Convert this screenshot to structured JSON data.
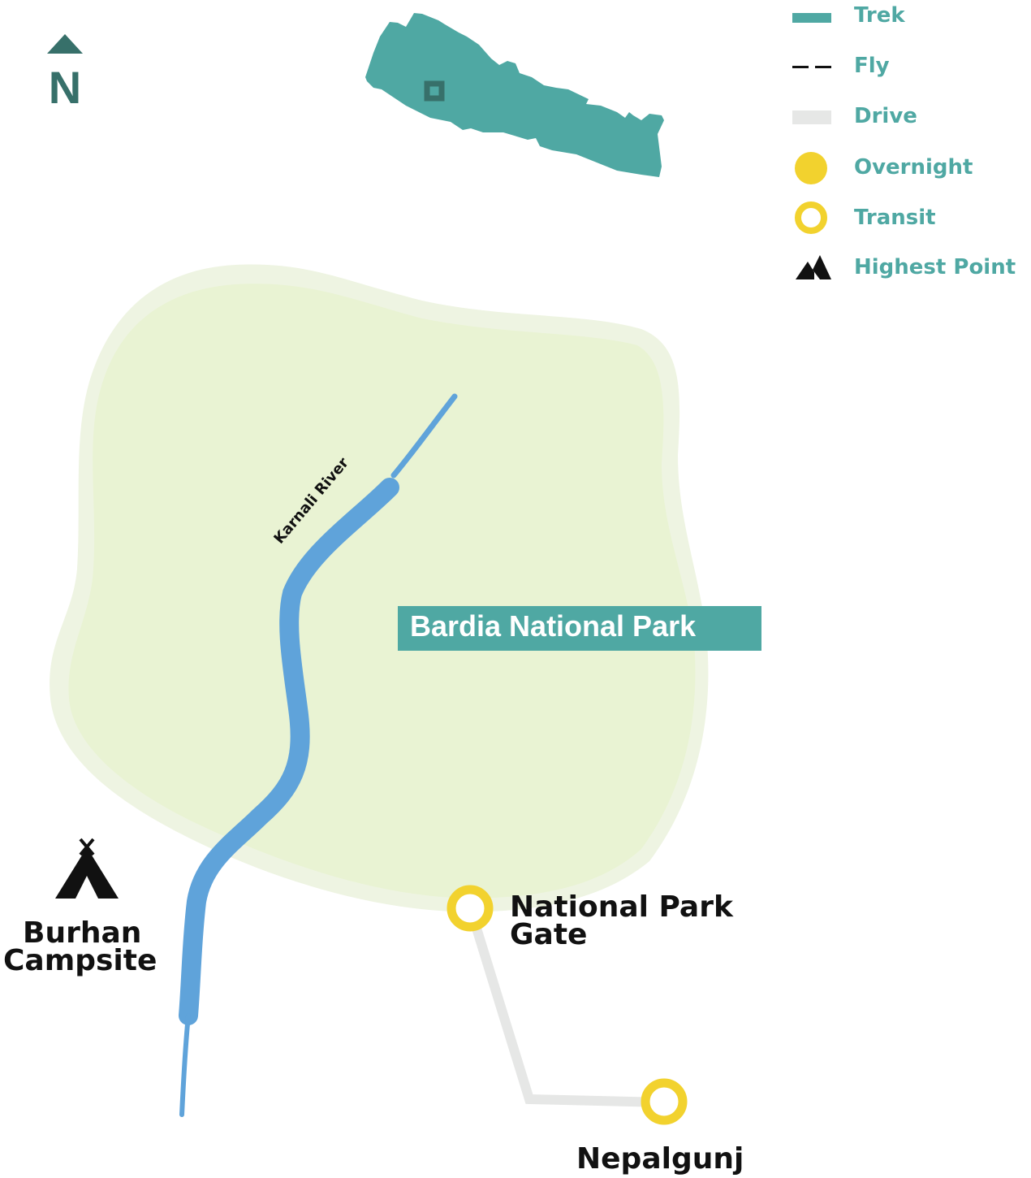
{
  "legend": {
    "items": [
      {
        "label": "Trek",
        "icon": "trek-line-icon"
      },
      {
        "label": "Fly",
        "icon": "fly-dashed-line-icon"
      },
      {
        "label": "Drive",
        "icon": "drive-line-icon"
      },
      {
        "label": "Overnight",
        "icon": "overnight-dot-icon"
      },
      {
        "label": "Transit",
        "icon": "transit-ring-icon"
      },
      {
        "label": "Highest Point",
        "icon": "mountain-icon"
      }
    ]
  },
  "north_arrow": {
    "label": "N"
  },
  "park": {
    "name": "Bardia National Park"
  },
  "river": {
    "name": "Karnali River"
  },
  "places": {
    "campsite": "Burhan Campsite",
    "campsite_line1": "Burhan",
    "campsite_line2": "Campsite",
    "gate_line1": "National Park",
    "gate_line2": "Gate",
    "nepalgunj": "Nepalgunj"
  },
  "colors": {
    "accent": "#4fa8a3",
    "dark_accent": "#37706a",
    "park_fill": "#e9f3d3",
    "river": "#5fa3da",
    "marker": "#f2d22e",
    "drive": "#e6e7e6"
  }
}
